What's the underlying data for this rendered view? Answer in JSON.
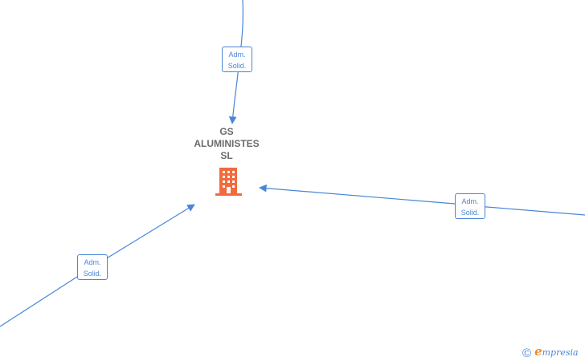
{
  "company": {
    "name_lines": [
      "GS",
      "ALUMINISTES",
      "SL"
    ],
    "icon": "building-icon",
    "icon_color": "#f26a3d"
  },
  "edges": [
    {
      "id": "top",
      "label_lines": [
        "Adm.",
        "Solid."
      ]
    },
    {
      "id": "right",
      "label_lines": [
        "Adm.",
        "Solid."
      ]
    },
    {
      "id": "left",
      "label_lines": [
        "Adm.",
        "Solid."
      ]
    }
  ],
  "colors": {
    "edge": "#4a86d6",
    "title": "#6b6b6b",
    "brand_e": "#f28a1f"
  },
  "branding": {
    "copyright_symbol": "©",
    "brand_first_letter": "e",
    "brand_rest": "mpresia"
  }
}
